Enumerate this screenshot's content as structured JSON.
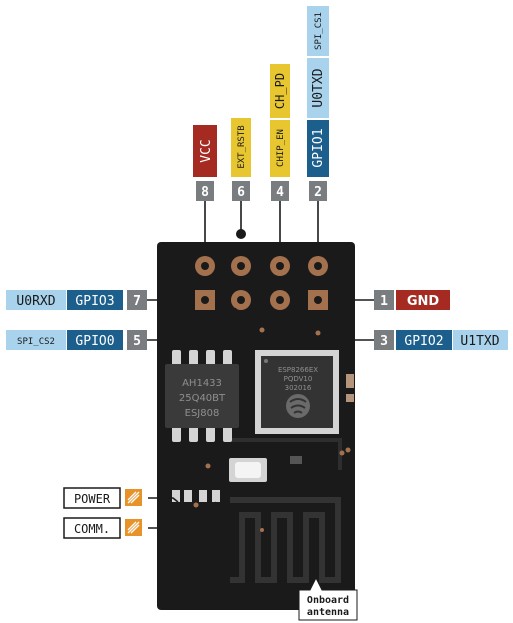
{
  "colors": {
    "board": "#1a1a1a",
    "pad": "#a4714f",
    "pin_number_bg": "#7a7d80",
    "gpio_bg": "#1c5e8c",
    "uart_bg": "#a9d3ec",
    "spi_bg": "#a9d3ec",
    "power_bg": "#e8c62f",
    "gnd_vcc_bg": "#a42a22",
    "led_marker": "#e8922a",
    "chip_bg": "#3a3a3a",
    "leg": "#d4d4d4"
  },
  "top_pins": [
    {
      "number": "8",
      "labels": [
        "VCC"
      ]
    },
    {
      "number": "6",
      "labels": [
        "EXT_RSTB"
      ]
    },
    {
      "number": "4",
      "labels": [
        "CHIP_EN",
        "CH_PD"
      ]
    },
    {
      "number": "2",
      "labels": [
        "GPIO1",
        "U0TXD",
        "SPI_CS1"
      ]
    }
  ],
  "left_pins": [
    {
      "number": "7",
      "gpio": "GPIO3",
      "alt": "U0RXD"
    },
    {
      "number": "5",
      "gpio": "GPIO0",
      "alt": "SPI_CS2"
    }
  ],
  "right_pins": [
    {
      "number": "1",
      "labels": [
        "GND"
      ]
    },
    {
      "number": "3",
      "gpio": "GPIO2",
      "alt": "U1TXD"
    }
  ],
  "flash_chip": {
    "lines": [
      "AH1433",
      "25Q40BT",
      "ESJ808"
    ]
  },
  "wifi_chip": {
    "lines": [
      "ESP8266EX",
      "PQDV10",
      "302016"
    ]
  },
  "leds": [
    {
      "label": "POWER"
    },
    {
      "label": "COMM."
    }
  ],
  "antenna": {
    "lines": [
      "Onboard",
      "antenna"
    ]
  }
}
